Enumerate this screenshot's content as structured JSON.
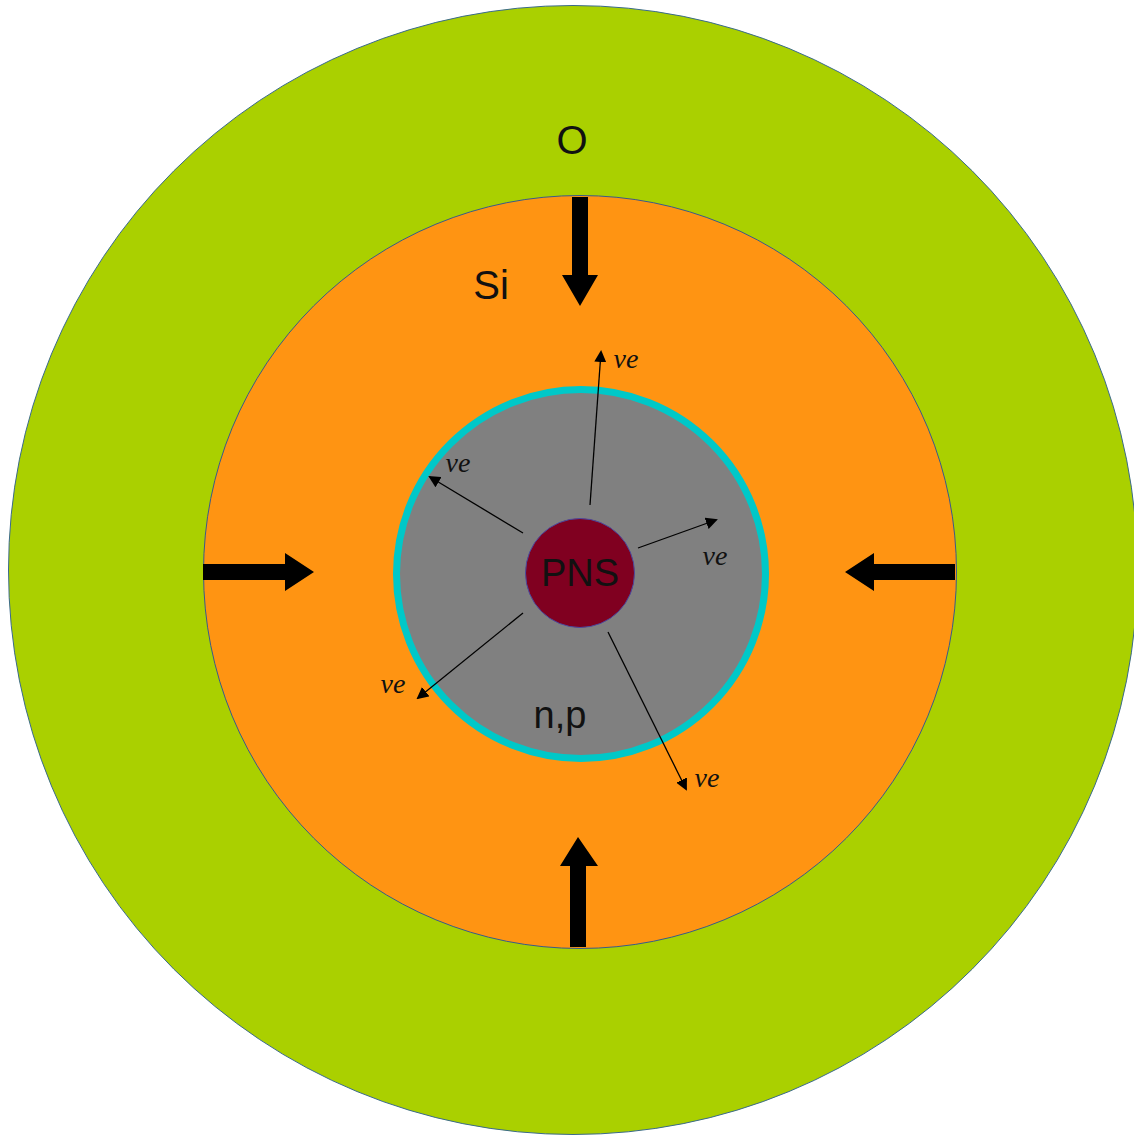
{
  "diagram": {
    "nodes": [
      {
        "text": [
          "O"
        ]
      },
      {
        "text": [
          "Si"
        ],
        "in": 0
      },
      {
        "text": [
          "n,p"
        ],
        "in": 1
      },
      {
        "text": [
          "PNS"
        ],
        "in": 2
      }
    ],
    "labels": [
      "νe",
      "νe",
      "νe",
      "νe",
      "νe"
    ]
  }
}
